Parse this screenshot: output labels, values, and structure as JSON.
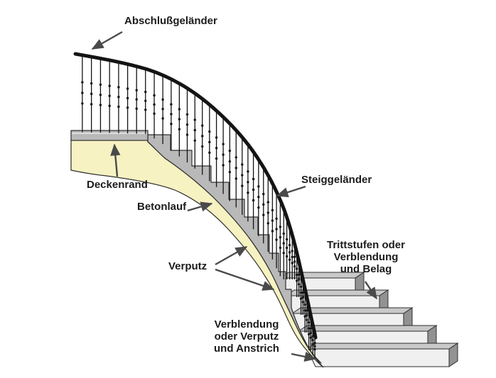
{
  "diagram": {
    "labels": {
      "abschlussgelaender": "Abschlußgeländer",
      "deckenrand": "Deckenrand",
      "betonlauf": "Betonlauf",
      "verputz": "Verputz",
      "steiggelaender": "Steiggeländer",
      "trittstufen": {
        "line1": "Trittstufen oder",
        "line2": "Verblendung",
        "line3": "und Belag"
      },
      "verblendung": {
        "line1": "Verblendung",
        "line2": "oder Verputz",
        "line3": "und Anstrich"
      }
    },
    "colors": {
      "background": "#ffffff",
      "plaster": "#f7f2c2",
      "concrete": "#b9b9b9",
      "step_top": "#c9c9c9",
      "step_front": "#f0f0f0",
      "step_side": "#929292",
      "railing": "#141414",
      "arrow": "#4a4a4a",
      "outline": "#2e2e2e"
    }
  }
}
